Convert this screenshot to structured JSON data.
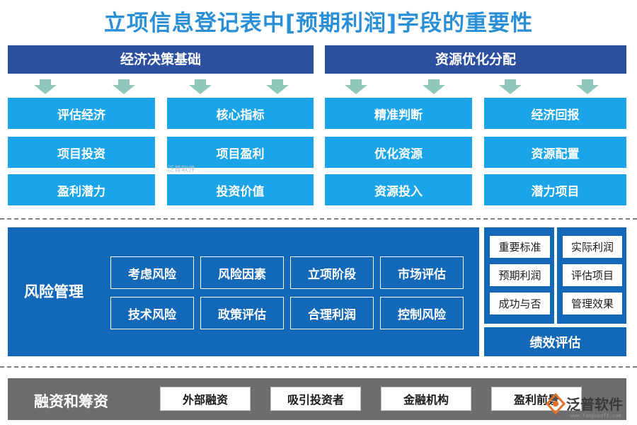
{
  "title": "立项信息登记表中[预期利润]字段的重要性",
  "left_header": "经济决策基础",
  "right_header": "资源优化分配",
  "grid": {
    "c1": [
      "评估经济",
      "项目投资",
      "盈利潜力"
    ],
    "c2": [
      "核心指标",
      "项目盈利",
      "投资价值"
    ],
    "c3": [
      "精准判断",
      "优化资源",
      "资源投入"
    ],
    "c4": [
      "经济回报",
      "资源配置",
      "潜力项目"
    ]
  },
  "risk": {
    "label": "风险管理",
    "row1": [
      "考虑风险",
      "风险因素",
      "立项阶段",
      "市场评估"
    ],
    "row2": [
      "技术风险",
      "政策评估",
      "合理利润",
      "控制风险"
    ]
  },
  "perf": {
    "left": [
      "重要标准",
      "预期利润",
      "成功与否"
    ],
    "right": [
      "实际利润",
      "评估项目",
      "管理效果"
    ],
    "footer": "绩效评估"
  },
  "finance": {
    "label": "融资和筹资",
    "items": [
      "外部融资",
      "吸引投资者",
      "金融机构",
      "盈利前景"
    ]
  },
  "watermark": {
    "center_text": "泛普软件",
    "logo_text": "泛普软件",
    "logo_url": "www.fanpusoft.com"
  },
  "colors": {
    "title": "#2a8fd6",
    "header": "#2d4fa0",
    "cyan": "#1ba5e8",
    "risk_panel": "#1468b8",
    "finance_bar": "#6d6d6d",
    "arrow": "#8fc7b8"
  }
}
